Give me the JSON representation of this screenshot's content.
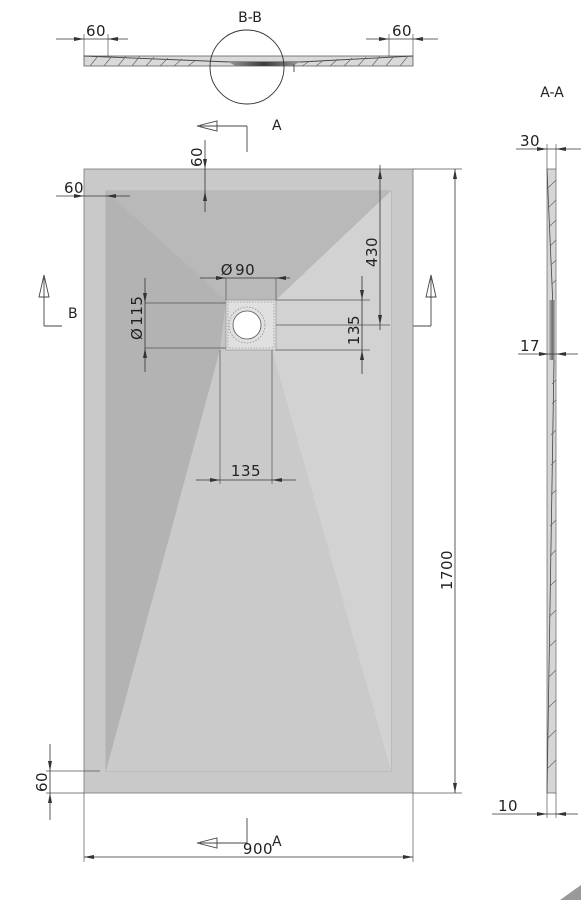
{
  "section_labels": {
    "bb_title": "B-B",
    "aa_title": "A-A",
    "a_top": "A",
    "a_bottom": "A",
    "b_left": "B",
    "b_right": "B"
  },
  "dimensions": {
    "bb_left": "60",
    "bb_right": "60",
    "top_margin": "60",
    "left_margin": "60",
    "bottom_margin": "60",
    "drain_diameter": "90",
    "drain_outer": "115",
    "drain_square_v": "135",
    "drain_square_h": "135",
    "drain_offset": "430",
    "length": "1700",
    "width": "900",
    "aa_thickness": "30",
    "aa_depth": "17",
    "aa_edge": "10"
  },
  "symbols": {
    "diameter": "Ø"
  },
  "colors": {
    "tray_frame": "#c9c9c9",
    "tray_inner": "#c4c4c4",
    "facet_dark": "#b6b6b6",
    "facet_light": "#d3d3d3",
    "line": "#333333"
  }
}
